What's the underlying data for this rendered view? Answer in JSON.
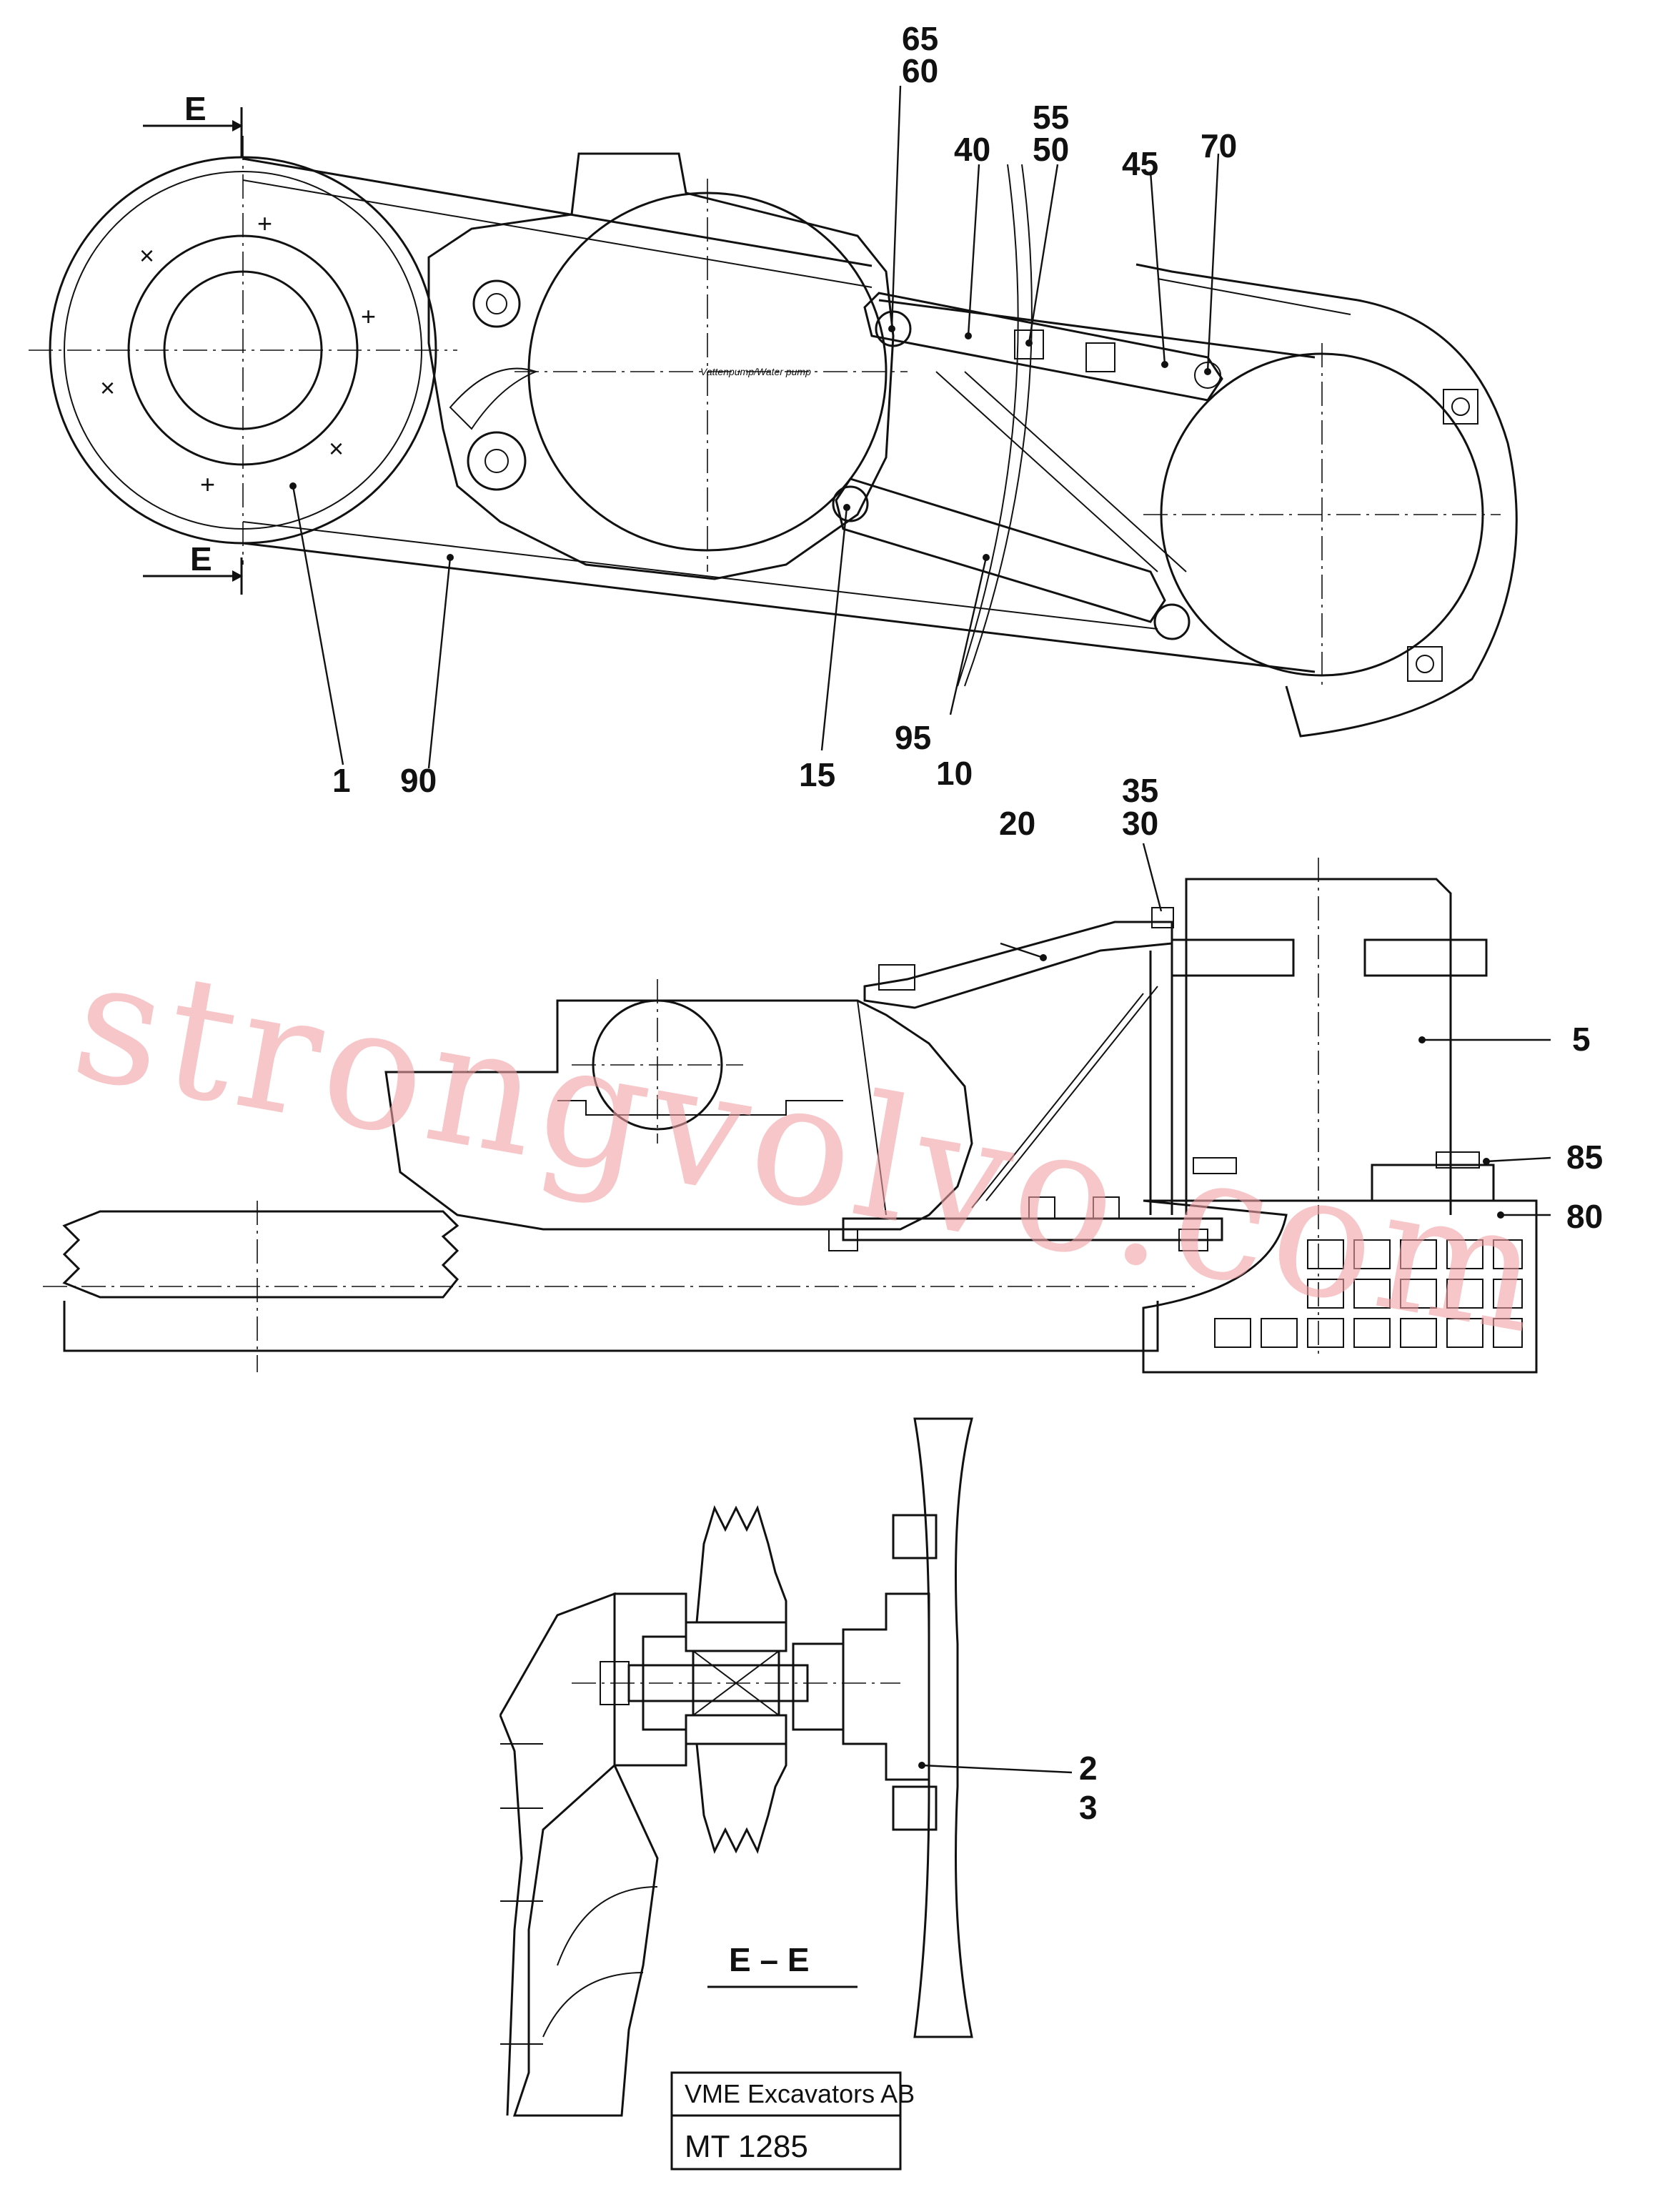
{
  "top_view": {
    "section_mark_top": "E",
    "section_mark_bottom": "E",
    "pump_text": "Vattenpump/Water pump",
    "callouts": {
      "c65": "65",
      "c60": "60",
      "c55": "55",
      "c50": "50",
      "c40": "40",
      "c45": "45",
      "c70": "70",
      "c1": "1",
      "c90": "90",
      "c15": "15",
      "c95": "95",
      "c10": "10"
    }
  },
  "side_view": {
    "callouts": {
      "c35": "35",
      "c30": "30",
      "c20": "20",
      "c5": "5",
      "c85": "85",
      "c80": "80"
    }
  },
  "section_view": {
    "title": "E – E",
    "callouts": {
      "c2": "2",
      "c3": "3"
    }
  },
  "watermark": "strongvolvo.com",
  "title_block": {
    "company": "VME Excavators AB",
    "drawing_no": "MT 1285"
  }
}
